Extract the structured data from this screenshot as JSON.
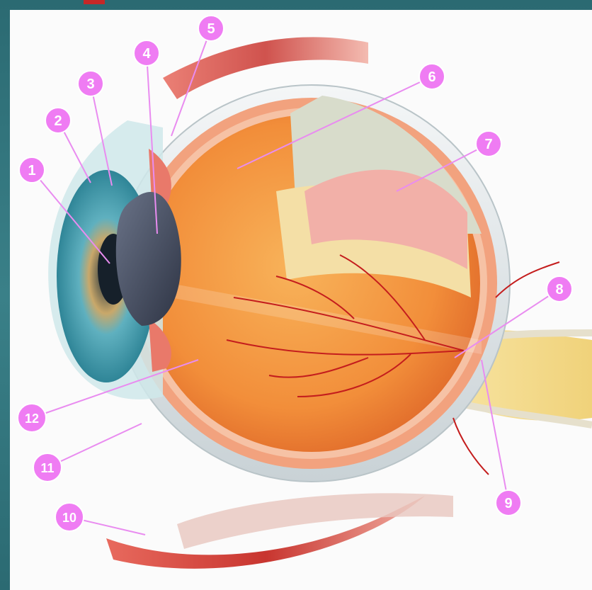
{
  "colors": {
    "marker_fill": "#ef7cf3",
    "marker_stroke": "#ffffff",
    "leader_line": "#e98cf0",
    "sclera": "#e9eef0",
    "choroid": "#f08f6a",
    "vitreous": "#f49b45",
    "iris": "#3f9fb0",
    "lens": "#4a5164",
    "vessel": "#c41d1d",
    "nerve": "#f4dc8c",
    "muscle": "#d84a4a"
  },
  "markers": [
    {
      "id": 1,
      "label": "1"
    },
    {
      "id": 2,
      "label": "2"
    },
    {
      "id": 3,
      "label": "3"
    },
    {
      "id": 4,
      "label": "4"
    },
    {
      "id": 5,
      "label": "5"
    },
    {
      "id": 6,
      "label": "6"
    },
    {
      "id": 7,
      "label": "7"
    },
    {
      "id": 8,
      "label": "8"
    },
    {
      "id": 9,
      "label": "9"
    },
    {
      "id": 10,
      "label": "10"
    },
    {
      "id": 11,
      "label": "11"
    },
    {
      "id": 12,
      "label": "12"
    }
  ]
}
